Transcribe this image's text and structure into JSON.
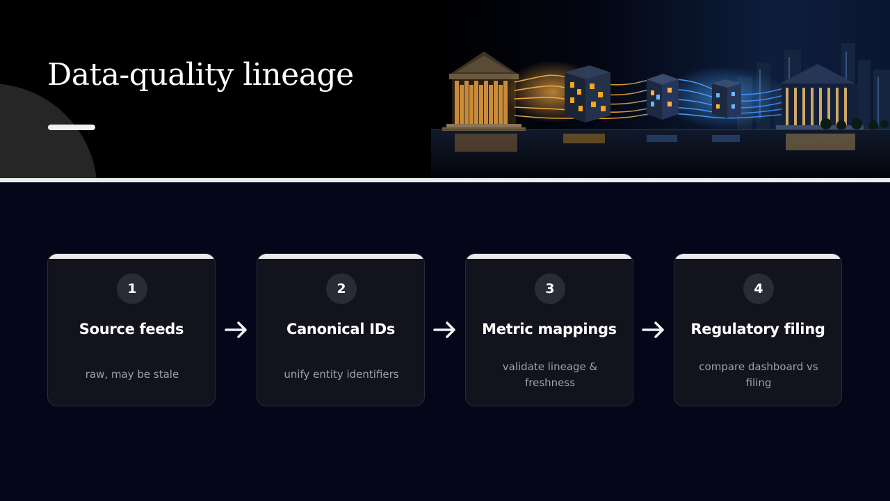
{
  "header": {
    "title": "Data-quality lineage"
  },
  "steps": [
    {
      "number": "1",
      "title": "Source feeds",
      "description": "raw, may be stale"
    },
    {
      "number": "2",
      "title": "Canonical IDs",
      "description": "unify entity identifiers"
    },
    {
      "number": "3",
      "title": "Metric mappings",
      "description": "validate lineage & freshness"
    },
    {
      "number": "4",
      "title": "Regulatory filing",
      "description": "compare dashboard vs filing"
    }
  ],
  "icons": {
    "connector": "arrow-right-icon",
    "hero": "data-pipeline-buildings-image"
  },
  "colors": {
    "background": "#05061a",
    "header_background": "#000000",
    "card_background": "#12131d",
    "accent_light": "#ececec",
    "glow_orange": "#f5a623",
    "glow_blue": "#3d8bff"
  }
}
